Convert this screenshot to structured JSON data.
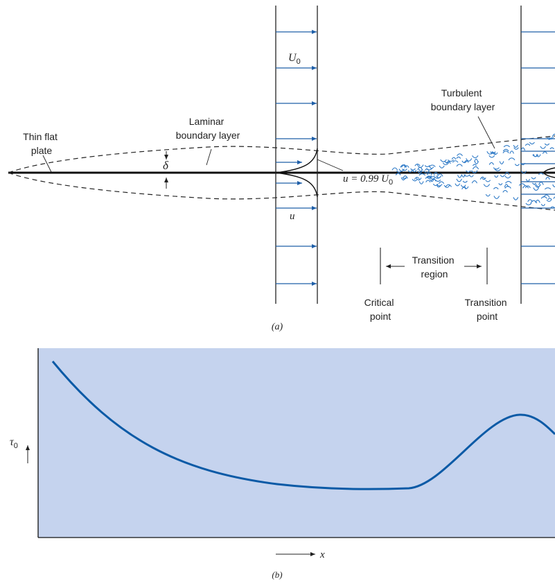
{
  "part_a": {
    "caption": "(a)",
    "plate_label": [
      "Thin flat",
      "plate"
    ],
    "laminar_label": [
      "Laminar",
      "boundary layer"
    ],
    "turbulent_label": [
      "Turbulent",
      "boundary layer"
    ],
    "delta_symbol": "δ",
    "freestream_symbol": "U",
    "freestream_subscript": "0",
    "velocity_symbol": "u",
    "edge_condition": "u = 0.99 U",
    "edge_condition_subscript": "0",
    "transition_label": [
      "Transition",
      "region"
    ],
    "critical_label": [
      "Critical",
      "point"
    ],
    "transition_point_label": [
      "Transition",
      "point"
    ]
  },
  "part_b": {
    "caption": "(b)",
    "y_symbol": "τ",
    "y_subscript": "0",
    "x_symbol": "x",
    "shade_color": "#c5d3ee",
    "curve_color": "#0b5aa6"
  }
}
